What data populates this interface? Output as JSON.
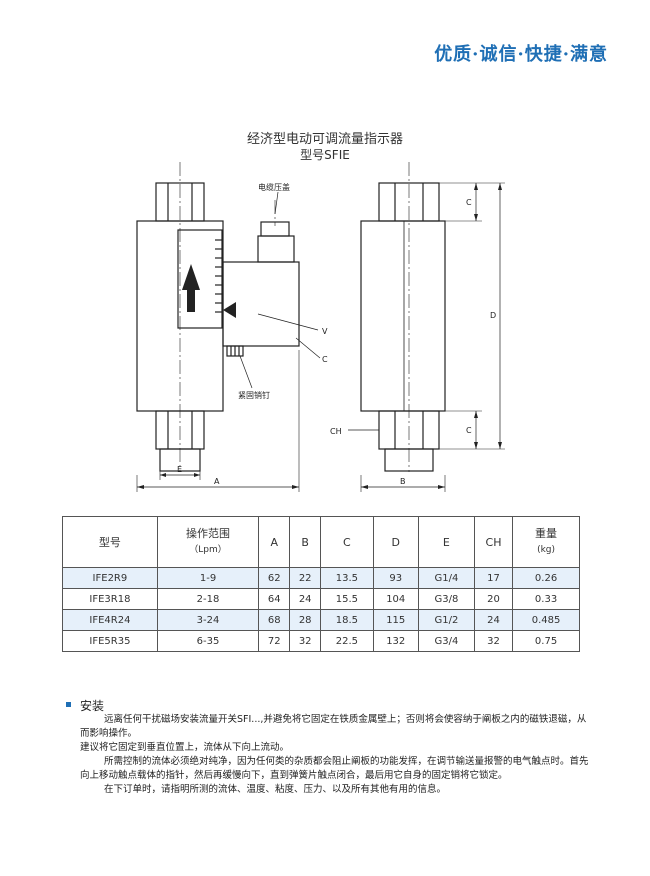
{
  "slogan": "优质·诚信·快捷·满意",
  "title": "经济型电动可调流量指示器",
  "subtitle": "型号SFIE",
  "drawing_labels": {
    "cable_gland": "电缆压盖",
    "set_screw": "紧固销钉",
    "v": "V",
    "c": "C",
    "a": "A",
    "b": "B",
    "e": "E",
    "d": "D",
    "ch": "CH"
  },
  "table": {
    "headers": {
      "model": "型号",
      "range": "操作范围",
      "range_unit": "（Lpm）",
      "a": "A",
      "b": "B",
      "c": "C",
      "d": "D",
      "e": "E",
      "ch": "CH",
      "weight": "重量",
      "weight_unit": "(kg)"
    },
    "rows": [
      {
        "model": "IFE2R9",
        "range": "1-9",
        "a": "62",
        "b": "22",
        "c": "13.5",
        "d": "93",
        "e": "G1/4",
        "ch": "17",
        "weight": "0.26"
      },
      {
        "model": "IFE3R18",
        "range": "2-18",
        "a": "64",
        "b": "24",
        "c": "15.5",
        "d": "104",
        "e": "G3/8",
        "ch": "20",
        "weight": "0.33"
      },
      {
        "model": "IFE4R24",
        "range": "3-24",
        "a": "68",
        "b": "28",
        "c": "18.5",
        "d": "115",
        "e": "G1/2",
        "ch": "24",
        "weight": "0.485"
      },
      {
        "model": "IFE5R35",
        "range": "6-35",
        "a": "72",
        "b": "32",
        "c": "22.5",
        "d": "132",
        "e": "G3/4",
        "ch": "32",
        "weight": "0.75"
      }
    ]
  },
  "install": {
    "title": "安装",
    "p1": "远离任何干扰磁场安装流量开关SFI...,并避免将它固定在铁质金属壁上；否则将会使容纳于阐板之内的磁铁退磁，从而影响操作。",
    "p2": "建议将它固定到垂直位置上，流体从下向上流动。",
    "p3": "所需控制的流体必须绝对纯净，因为任何类的杂质都会阻止阐板的功能发挥，在调节输送量报警的电气触点时。首先向上移动触点载体的指针，然后再缓慢向下，直到弹簧片触点闭合，最后用它自身的固定销将它锁定。",
    "p4": "在下订单时，请指明所测的流体、温度、粘度、压力、以及所有其他有用的信息。"
  },
  "colors": {
    "accent": "#1f6fb5",
    "row_shade": "#e6f0fa"
  }
}
